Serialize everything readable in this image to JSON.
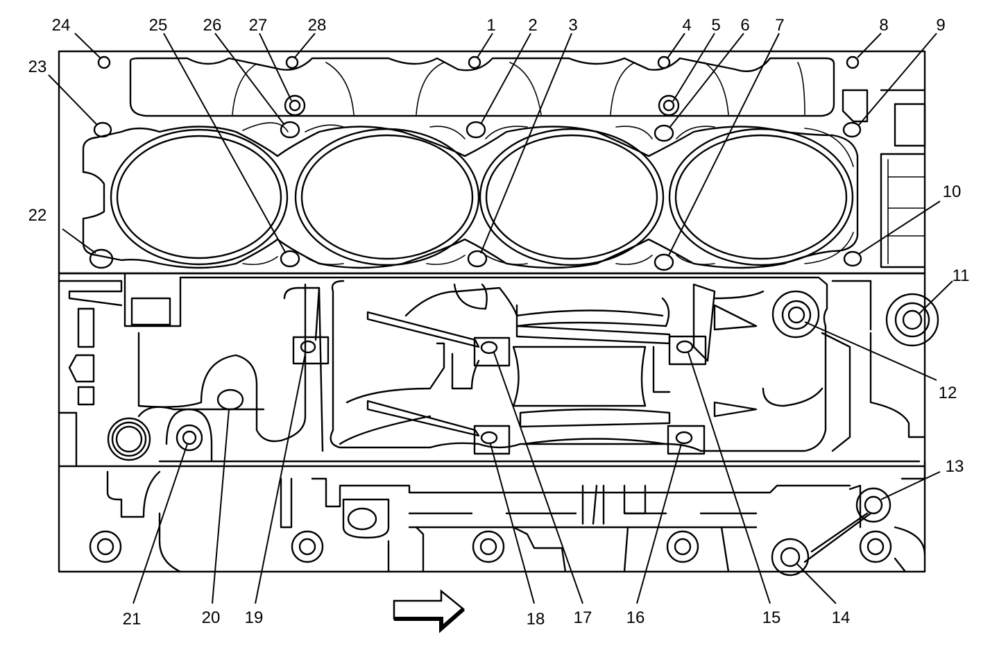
{
  "callouts": [
    {
      "id": "c1",
      "label": "1"
    },
    {
      "id": "c2",
      "label": "2"
    },
    {
      "id": "c3",
      "label": "3"
    },
    {
      "id": "c4",
      "label": "4"
    },
    {
      "id": "c5",
      "label": "5"
    },
    {
      "id": "c6",
      "label": "6"
    },
    {
      "id": "c7",
      "label": "7"
    },
    {
      "id": "c8",
      "label": "8"
    },
    {
      "id": "c9",
      "label": "9"
    },
    {
      "id": "c10",
      "label": "10"
    },
    {
      "id": "c11",
      "label": "11"
    },
    {
      "id": "c12",
      "label": "12"
    },
    {
      "id": "c13",
      "label": "13"
    },
    {
      "id": "c14",
      "label": "14"
    },
    {
      "id": "c15",
      "label": "15"
    },
    {
      "id": "c16",
      "label": "16"
    },
    {
      "id": "c17",
      "label": "17"
    },
    {
      "id": "c18",
      "label": "18"
    },
    {
      "id": "c19",
      "label": "19"
    },
    {
      "id": "c20",
      "label": "20"
    },
    {
      "id": "c21",
      "label": "21"
    },
    {
      "id": "c22",
      "label": "22"
    },
    {
      "id": "c23",
      "label": "23"
    },
    {
      "id": "c24",
      "label": "24"
    },
    {
      "id": "c25",
      "label": "25"
    },
    {
      "id": "c26",
      "label": "26"
    },
    {
      "id": "c27",
      "label": "27"
    },
    {
      "id": "c28",
      "label": "28"
    }
  ],
  "arrow_icon": "right-arrow-icon"
}
